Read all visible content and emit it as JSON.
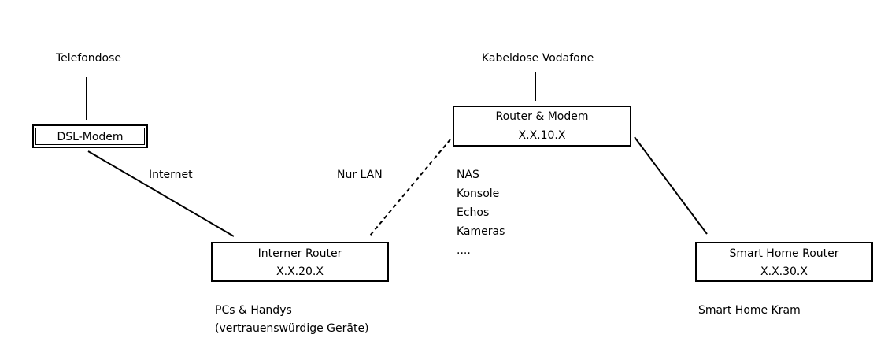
{
  "sources": {
    "phone_socket": "Telefondose",
    "cable_socket": "Kabeldose Vodafone"
  },
  "devices": {
    "dsl_modem": {
      "name": "DSL-Modem"
    },
    "router_modem": {
      "name": "Router & Modem",
      "subnet": "X.X.10.X"
    },
    "internal_router": {
      "name": "Interner Router",
      "subnet": "X.X.20.X"
    },
    "smarthome_router": {
      "name": "Smart Home Router",
      "subnet": "X.X.30.X"
    }
  },
  "links": {
    "internet_label": "Internet",
    "lan_only_label": "Nur LAN"
  },
  "clients": {
    "lan_devices": [
      "NAS",
      "Konsole",
      "Echos",
      "Kameras",
      "...."
    ],
    "internal_line1": "PCs & Handys",
    "internal_line2": "(vertrauenswürdige Geräte)",
    "smarthome": "Smart Home Kram"
  }
}
